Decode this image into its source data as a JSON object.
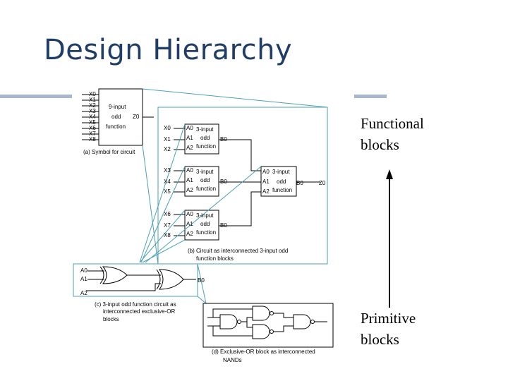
{
  "slide": {
    "title": "Design Hierarchy",
    "label_top": [
      "Functional",
      "blocks"
    ],
    "label_bottom": [
      "Primitive",
      "blocks"
    ]
  },
  "figure": {
    "symbol": {
      "inputs": [
        "X0",
        "X1",
        "X2",
        "X3",
        "X4",
        "X5",
        "X6",
        "X7",
        "X8"
      ],
      "line1": "9-input",
      "line2": "odd",
      "line3": "function",
      "output": "Z0",
      "caption": "(a) Symbol for circuit"
    },
    "blocks": {
      "line1": "3-input",
      "line2": "odd",
      "line3": "function",
      "ports": [
        "A0",
        "A1",
        "A2"
      ],
      "output": "B0",
      "inputs": [
        "X0",
        "X1",
        "X2",
        "X3",
        "X4",
        "X5",
        "X6",
        "X7",
        "X8"
      ],
      "final_output": "Z0",
      "caption1": "(b) Circuit as interconnected 3-input odd",
      "caption2": "function blocks"
    },
    "xor": {
      "ports": [
        "A0",
        "A1",
        "A2"
      ],
      "output": "B0",
      "caption1": "(c) 3-input odd function circuit as",
      "caption2": "interconnected exclusive-OR",
      "caption3": "blocks"
    },
    "nand": {
      "caption1": "(d) Exclusive-OR block as interconnected",
      "caption2": "NANDs"
    }
  }
}
